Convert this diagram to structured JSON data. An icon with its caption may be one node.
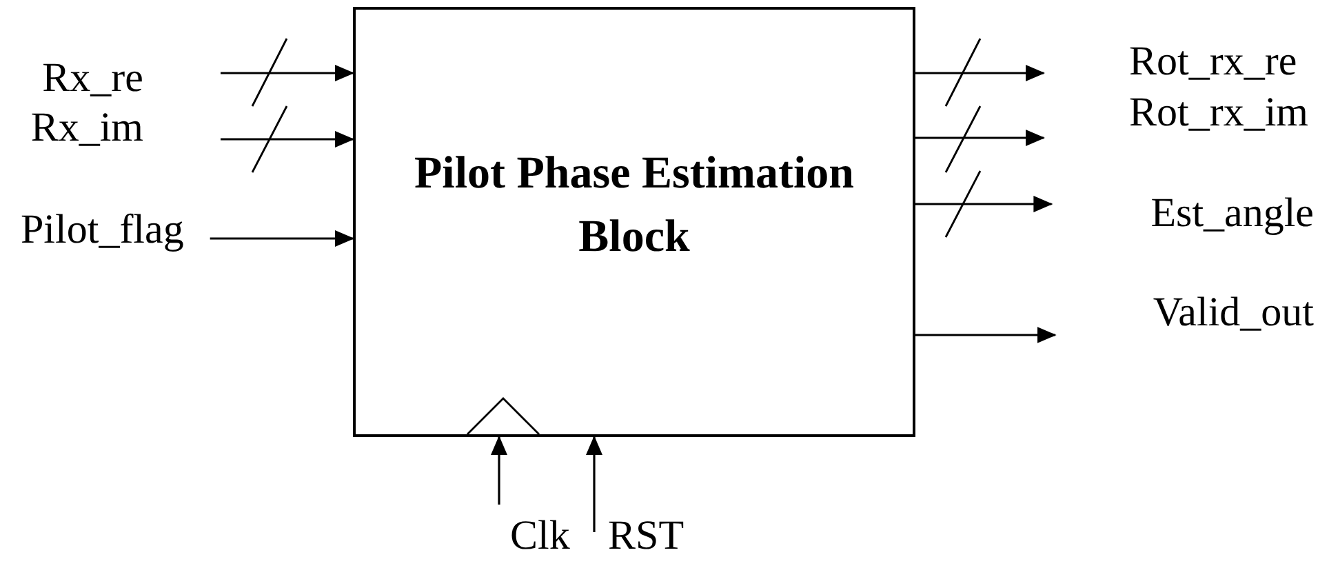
{
  "diagram": {
    "nodes": [
      {
        "text": [
          "Pilot Phase Estimation Block"
        ]
      },
      {
        "text": [
          "Rx_re"
        ]
      },
      {
        "text": [
          "Rx_im"
        ]
      },
      {
        "text": [
          "Pilot_flag"
        ]
      },
      {
        "text": [
          "Rot_rx_re"
        ]
      },
      {
        "text": [
          "Rot_rx_im"
        ]
      },
      {
        "text": [
          "Est_angle"
        ]
      },
      {
        "text": [
          "Valid_out"
        ]
      },
      {
        "text": [
          "Clk"
        ]
      },
      {
        "text": [
          "RST"
        ]
      }
    ],
    "edges": [
      {
        "from": 1,
        "to": 0,
        "arrow": "to"
      },
      {
        "from": 2,
        "to": 0,
        "arrow": "to"
      },
      {
        "from": 3,
        "to": 0,
        "arrow": "to"
      },
      {
        "from": 0,
        "to": 4,
        "arrow": "to"
      },
      {
        "from": 0,
        "to": 5,
        "arrow": "to"
      },
      {
        "from": 0,
        "to": 6,
        "arrow": "to"
      },
      {
        "from": 0,
        "to": 7,
        "arrow": "to"
      },
      {
        "from": 8,
        "to": 0,
        "arrow": "to"
      },
      {
        "from": 9,
        "to": 0,
        "arrow": "to"
      }
    ]
  }
}
